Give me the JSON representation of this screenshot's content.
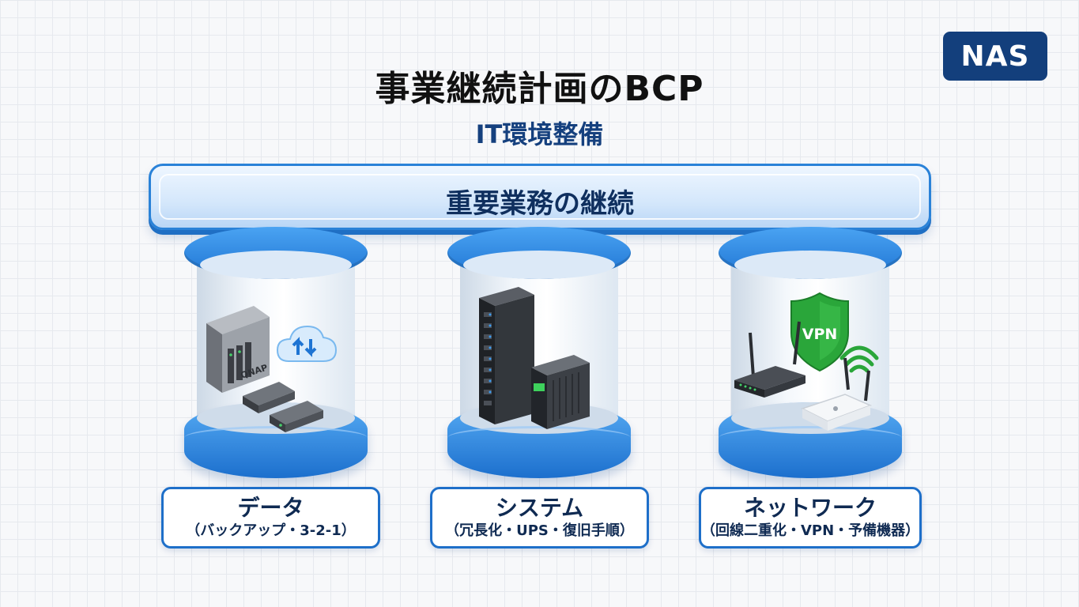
{
  "badge": "NAS",
  "title": "事業継続計画のBCP",
  "subtitle": "IT環境整備",
  "beam": {
    "label": "重要業務の継続"
  },
  "pillars": [
    {
      "label": "データ",
      "sublabel": "（バックアップ・3-2-1）",
      "icons": {
        "nas_brand": "QNAP",
        "items": [
          "nas-server-icon",
          "external-drive-icon",
          "cloud-sync-icon"
        ]
      }
    },
    {
      "label": "システム",
      "sublabel": "（冗長化・UPS・復旧手順）",
      "icons": {
        "items": [
          "server-rack-icon",
          "ups-icon"
        ]
      }
    },
    {
      "label": "ネットワーク",
      "sublabel": "（回線二重化・VPN・予備機器）",
      "icons": {
        "vpn_text": "VPN",
        "items": [
          "vpn-shield-icon",
          "router-icon",
          "wifi-icon",
          "access-point-icon"
        ]
      }
    }
  ],
  "colors": {
    "accent": "#1e74d3",
    "dark_navy": "#133f7c",
    "vpn_green": "#2aa63a"
  }
}
